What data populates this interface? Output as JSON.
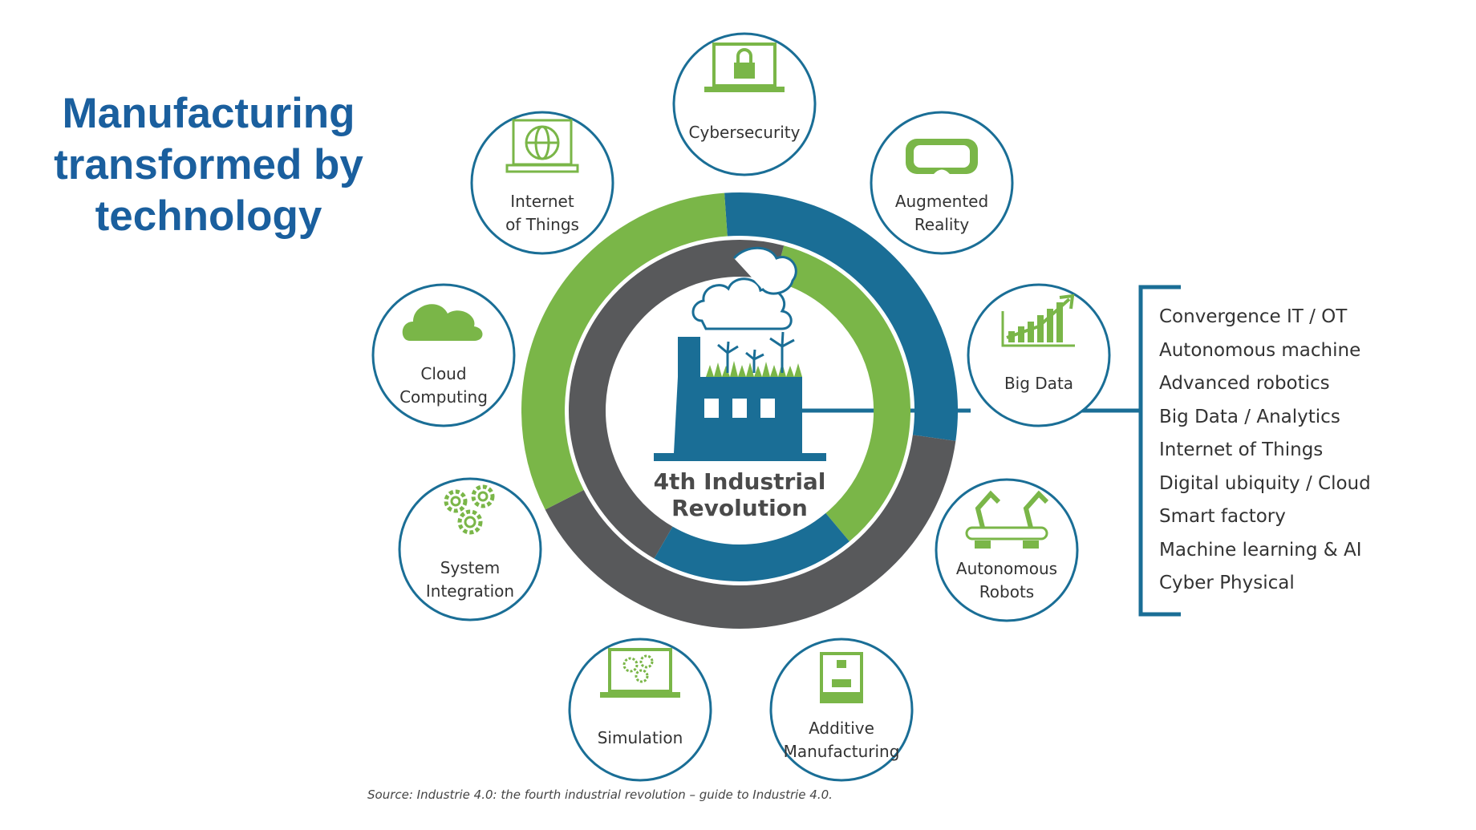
{
  "title_lines": [
    "Manufacturing",
    "transformed by",
    "technology"
  ],
  "center": {
    "line1": "4th Industrial",
    "line2": "Revolution"
  },
  "nodes": [
    {
      "id": "cybersecurity",
      "lines": [
        "Cybersecurity"
      ],
      "icon": "lock-laptop-icon"
    },
    {
      "id": "augmented-reality",
      "lines": [
        "Augmented",
        "Reality"
      ],
      "icon": "vr-goggles-icon"
    },
    {
      "id": "big-data",
      "lines": [
        "Big Data"
      ],
      "icon": "growth-chart-icon"
    },
    {
      "id": "autonomous-robots",
      "lines": [
        "Autonomous",
        "Robots"
      ],
      "icon": "robot-arms-icon"
    },
    {
      "id": "additive-manufacturing",
      "lines": [
        "Additive",
        "Manufacturing"
      ],
      "icon": "3d-printer-icon"
    },
    {
      "id": "simulation",
      "lines": [
        "Simulation"
      ],
      "icon": "gears-laptop-icon"
    },
    {
      "id": "system-integration",
      "lines": [
        "System",
        "Integration"
      ],
      "icon": "gears-icon"
    },
    {
      "id": "cloud-computing",
      "lines": [
        "Cloud",
        "Computing"
      ],
      "icon": "cloud-icon"
    },
    {
      "id": "internet-of-things",
      "lines": [
        "Internet",
        "of Things"
      ],
      "icon": "globe-laptop-icon"
    }
  ],
  "list_items": [
    "Convergence IT / OT",
    "Autonomous machine",
    "Advanced robotics",
    "Big Data / Analytics",
    "Internet of Things",
    "Digital ubiquity / Cloud",
    "Smart factory",
    "Machine learning & AI",
    "Cyber Physical"
  ],
  "source": "Source: Industrie 4.0: the fourth industrial revolution – guide to Industrie 4.0.",
  "colors": {
    "blue": "#1a6e96",
    "green": "#7ab648",
    "gray": "#58595b",
    "title": "#1a5f9e"
  }
}
